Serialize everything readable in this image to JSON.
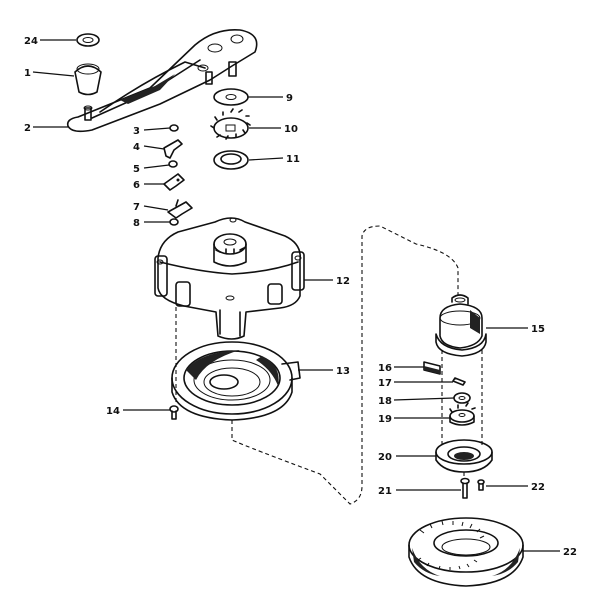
{
  "callouts": [
    {
      "id": "c24",
      "text": "24"
    },
    {
      "id": "c1",
      "text": "1"
    },
    {
      "id": "c2",
      "text": "2"
    },
    {
      "id": "c3",
      "text": "3"
    },
    {
      "id": "c4",
      "text": "4"
    },
    {
      "id": "c5",
      "text": "5"
    },
    {
      "id": "c6",
      "text": "6"
    },
    {
      "id": "c7",
      "text": "7"
    },
    {
      "id": "c8",
      "text": "8"
    },
    {
      "id": "c9",
      "text": "9"
    },
    {
      "id": "c10",
      "text": "10"
    },
    {
      "id": "c11",
      "text": "11"
    },
    {
      "id": "c12",
      "text": "12"
    },
    {
      "id": "c13",
      "text": "13"
    },
    {
      "id": "c14",
      "text": "14"
    },
    {
      "id": "c15",
      "text": "15"
    },
    {
      "id": "c16",
      "text": "16"
    },
    {
      "id": "c17",
      "text": "17"
    },
    {
      "id": "c18",
      "text": "18"
    },
    {
      "id": "c19",
      "text": "19"
    },
    {
      "id": "c20",
      "text": "20"
    },
    {
      "id": "c21",
      "text": "21"
    },
    {
      "id": "c22a",
      "text": "22"
    },
    {
      "id": "c22b",
      "text": "22"
    }
  ]
}
